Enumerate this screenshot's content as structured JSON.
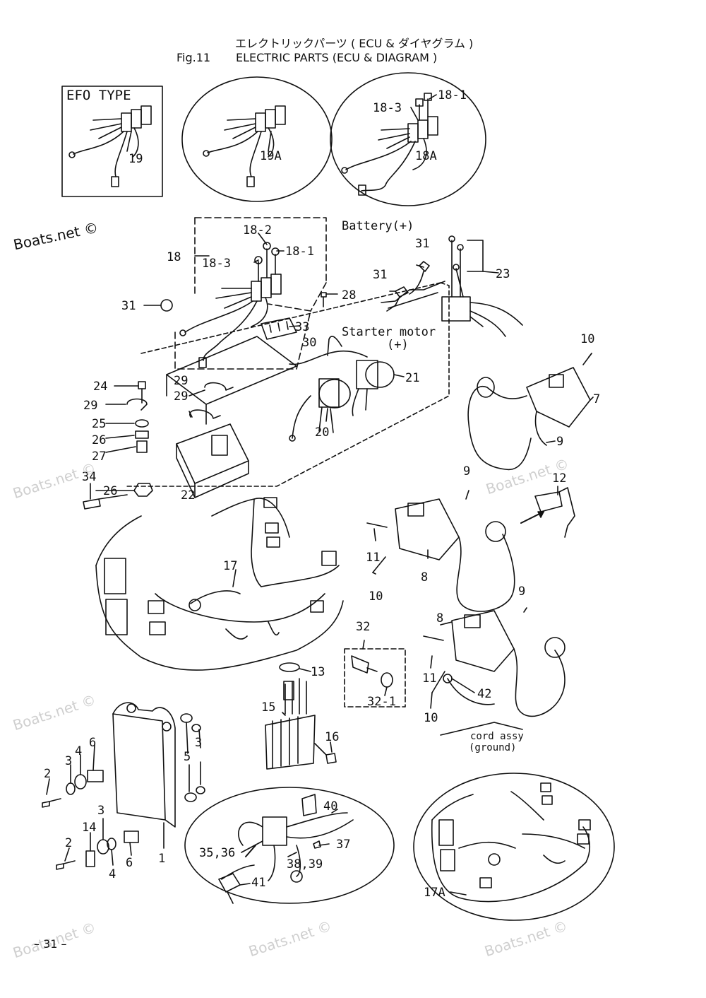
{
  "header": {
    "japanese_title": "エレクトリックパーツ ( ECU & ダイヤグラム )",
    "fig": "Fig.11",
    "english_title": "ELECTRIC PARTS (ECU & DIAGRAM )"
  },
  "page_number": "– 31 –",
  "watermark_main": "Boats.net ©",
  "watermark_faint": "Boats.net ©",
  "efo_type_label": "EFO TYPE",
  "texts": {
    "battery": "Battery(+)",
    "starter": "Starter motor",
    "starter_plus": "(+)",
    "cord": "cord assy",
    "ground": "(ground)"
  },
  "callouts": {
    "c19": "19",
    "c19a": "19A",
    "c18_3a": "18-3",
    "c18_1a": "18-1",
    "c18a": "18A",
    "c18": "18",
    "c18_2": "18-2",
    "c18_3": "18-3",
    "c18_1": "18-1",
    "c31a": "31",
    "c28": "28",
    "c33": "33",
    "c30": "30",
    "c21": "21",
    "c20": "20",
    "c31b": "31",
    "c31c": "31",
    "c23": "23",
    "c10a": "10",
    "c7": "7",
    "c9a": "9",
    "c24": "24",
    "c29a": "29",
    "c29b": "29",
    "c29c": "29",
    "c25": "25",
    "c26a": "26",
    "c27": "27",
    "c34": "34",
    "c26b": "26",
    "c22": "22",
    "c9b": "9",
    "c12": "12",
    "c11a": "11",
    "c10b": "10",
    "c8a": "8",
    "c17": "17",
    "c9c": "9",
    "c8b": "8",
    "c11b": "11",
    "c42": "42",
    "c10c": "10",
    "c32": "32",
    "c32_1": "32-1",
    "c13": "13",
    "c15": "15",
    "c16": "16",
    "c2a": "2",
    "c3a": "3",
    "c4a": "4",
    "c6a": "6",
    "c5": "5",
    "c3b": "3",
    "c1": "1",
    "c2b": "2",
    "c14": "14",
    "c3c": "3",
    "c4b": "4",
    "c6b": "6",
    "c40": "40",
    "c37": "37",
    "c35_36": "35,36",
    "c38_39": "38,39",
    "c41": "41",
    "c17a": "17A"
  }
}
